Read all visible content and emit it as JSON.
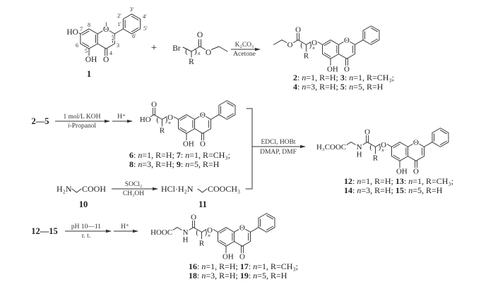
{
  "atoms": {
    "O": "O",
    "OH": "OH",
    "HO": "HO",
    "R": "R",
    "N": "N",
    "H": "H",
    "Br": "Br",
    "n": "n",
    "lp": "(",
    "rp": ")"
  },
  "compound_1": {
    "label": "1",
    "numbering": [
      "1",
      "2",
      "3",
      "4",
      "5",
      "6",
      "7",
      "8",
      "1′",
      "2′",
      "3′",
      "4′",
      "5′",
      "6′"
    ]
  },
  "step1": {
    "plus": "+",
    "reagent_above": "K₂CO₃",
    "reagent_below": "Acetone"
  },
  "compounds_2_5": {
    "lines": [
      "2: n=1, R=H; 3: n=1, R=CH₃;",
      "4: n=3, R=H; 5: n=5, R=H"
    ]
  },
  "step2": {
    "start": "2—5",
    "reagent_above": "1 mol/L KOH",
    "reagent_below": "i-Propanol",
    "acidify": "H⁺"
  },
  "compounds_6_9": {
    "lines": [
      "6: n=1, R=H; 7: n=1, R=CH₃;",
      "8: n=3, R=H; 9: n=5, R=H"
    ]
  },
  "step3": {
    "glycine": {
      "left": "H₂N",
      "right": "COOH",
      "label": "10"
    },
    "reagent_above": "SOCl₂",
    "reagent_below": "CH₃OH",
    "glycine_ester": {
      "left": "HCl·H₂N",
      "right": "COOCH₃",
      "label": "11"
    }
  },
  "step4": {
    "reagent_above": "EDCl, HOBt",
    "reagent_below": "DMAP, DMF",
    "ester_group": "H₃COOC"
  },
  "compounds_12_15": {
    "lines": [
      "12: n=1, R=H; 13: n=1, R=CH₃;",
      "14: n=3, R=H; 15: n=5, R=H"
    ]
  },
  "step5": {
    "start": "12—15",
    "reagent_above": "pH 10—11",
    "reagent_below": "r. t.",
    "acidify": "H⁺",
    "acid_group": "HOOC"
  },
  "compounds_16_19": {
    "lines": [
      "16: n=1, R=H; 17: n=1, R=CH₃;",
      "18: n=3, R=H; 19: n=5, R=H"
    ]
  }
}
